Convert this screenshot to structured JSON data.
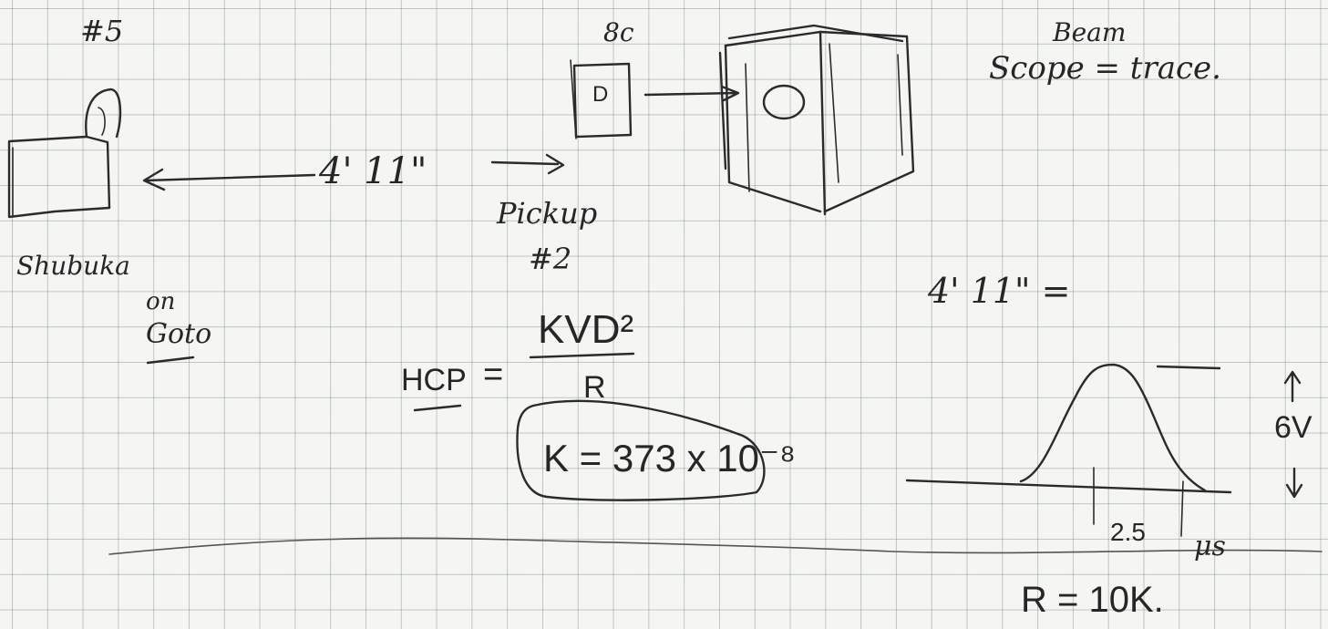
{
  "notes": {
    "number5": "#5",
    "shubuka": "Shubuka",
    "on": "on",
    "goto": "Goto",
    "distance_left": "4' 11\"",
    "pc": "8c",
    "d_label": "D",
    "pickup": "Pickup",
    "pickup_no": "#2",
    "hcp": "HCP",
    "equals": "=",
    "formula_numerator": "KVD²",
    "formula_denominator": "R",
    "k_value": "K = 373 x 10⁻⁸",
    "beam_trace_line1": "Beam",
    "beam_trace_line2": "Scope = trace.",
    "distance_right": "4' 11\" =",
    "voltage": "6V",
    "pulse_width": "2.5",
    "time_unit": "μs",
    "resistance": "R = 10K."
  }
}
